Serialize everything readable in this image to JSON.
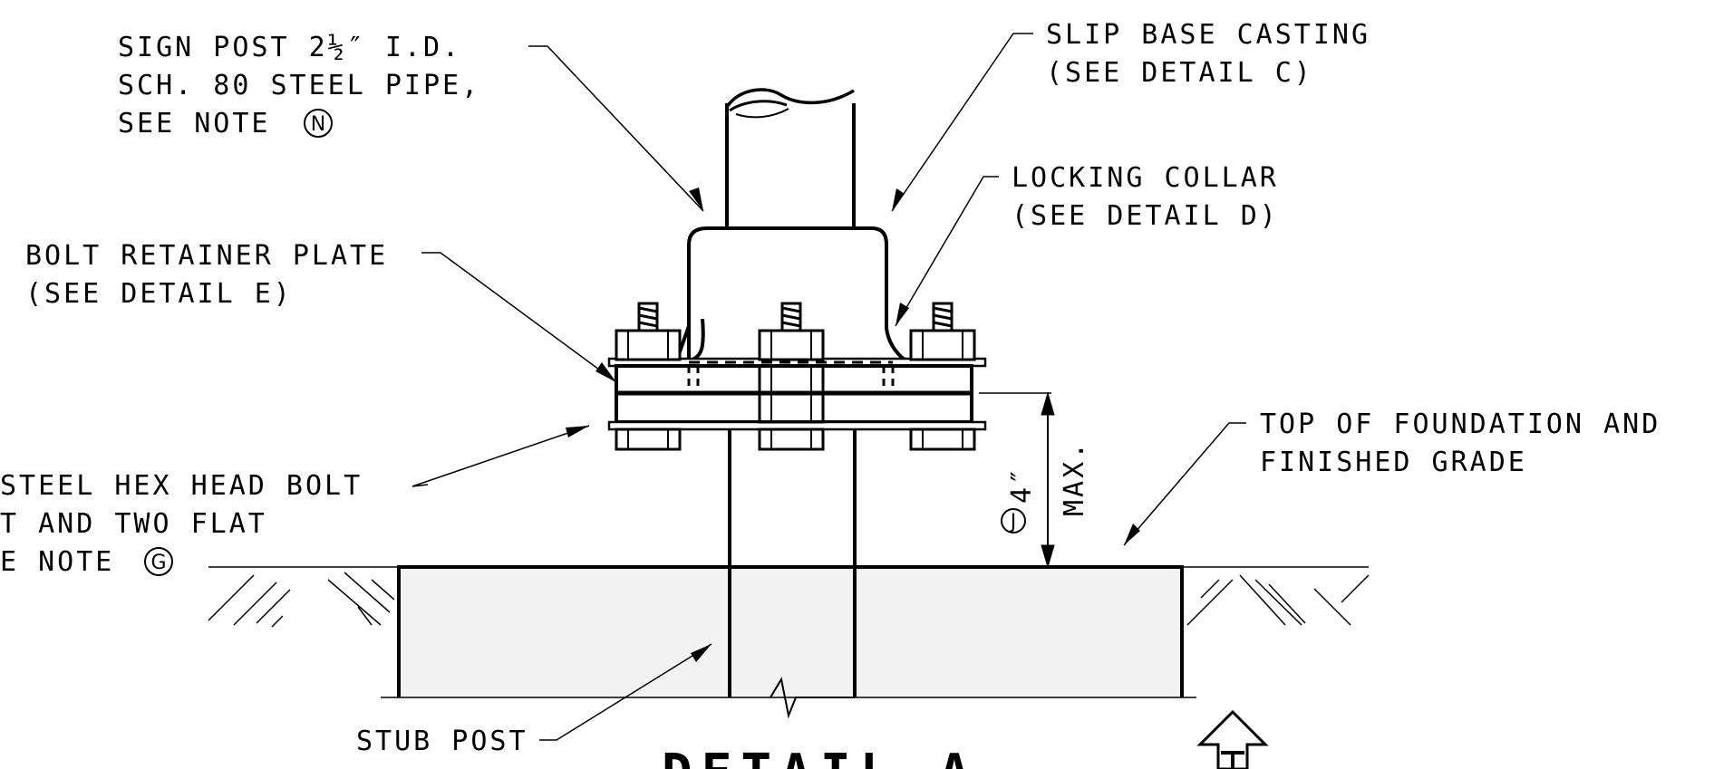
{
  "labels": {
    "sign_post_1": "SIGN POST 2½″ I.D.",
    "sign_post_2": "SCH. 80 STEEL PIPE,",
    "sign_post_3": "SEE NOTE",
    "sign_post_note": "N",
    "slip_base_1": "SLIP BASE CASTING",
    "slip_base_2": "(SEE DETAIL C)",
    "locking_collar_1": "LOCKING COLLAR",
    "locking_collar_2": "(SEE DETAIL D)",
    "bolt_retainer_1": "BOLT RETAINER PLATE",
    "bolt_retainer_2": "(SEE DETAIL E)",
    "hex_bolt_1": "STEEL HEX HEAD BOLT",
    "hex_bolt_2": "T AND TWO FLAT",
    "hex_bolt_3": "E NOTE",
    "hex_bolt_note": "G",
    "top_foundation_1": "TOP OF FOUNDATION AND",
    "top_foundation_2": "FINISHED GRADE",
    "dim_value": "4″",
    "dim_max": "MAX.",
    "dim_note": "J",
    "stub_post": "STUB POST",
    "detail_title": "DETAIL A"
  }
}
